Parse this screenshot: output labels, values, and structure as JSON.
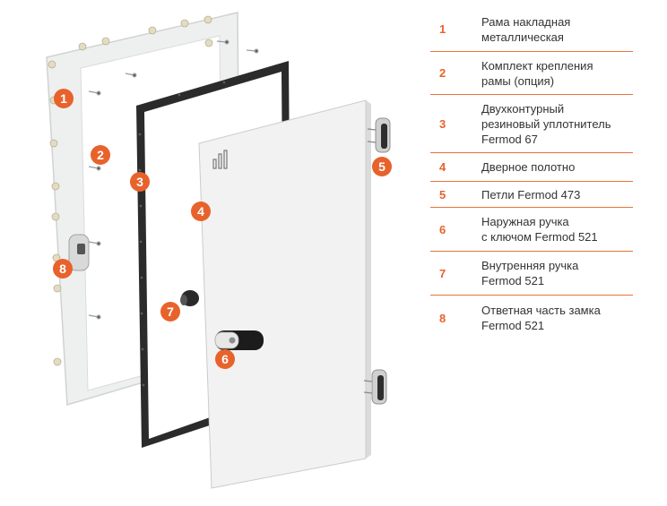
{
  "colors": {
    "accent": "#e8622c",
    "rule": "#e8733a",
    "text": "#333333",
    "frame": "#eef0ef",
    "door": "#f1f2f1",
    "gasket": "#2b2b2b"
  },
  "callouts": [
    "1",
    "2",
    "3",
    "4",
    "5",
    "6",
    "7",
    "8"
  ],
  "legend": [
    {
      "num": "1",
      "text": "Рама накладная\nметаллическая"
    },
    {
      "num": "2",
      "text": "Комплект крепления\nрамы (опция)"
    },
    {
      "num": "3",
      "text": "Двухконтурный\nрезиновый уплотнитель\nFermod 67"
    },
    {
      "num": "4",
      "text": "Дверное полотно"
    },
    {
      "num": "5",
      "text": "Петли Fermod 473"
    },
    {
      "num": "6",
      "text": "Наружная ручка\nс ключом Fermod 521"
    },
    {
      "num": "7",
      "text": "Внутренняя ручка\nFermod 521"
    },
    {
      "num": "8",
      "text": "Ответная часть замка\nFermod 521"
    }
  ]
}
